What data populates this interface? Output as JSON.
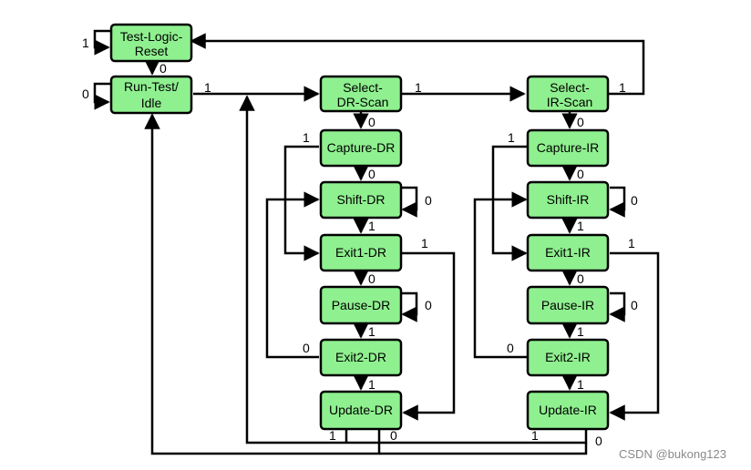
{
  "states": {
    "test_logic_reset": [
      "Test-Logic-",
      "Reset"
    ],
    "run_test_idle": [
      "Run-Test/",
      "Idle"
    ],
    "select_dr_scan": [
      "Select-",
      "DR-Scan"
    ],
    "capture_dr": [
      "Capture-DR"
    ],
    "shift_dr": [
      "Shift-DR"
    ],
    "exit1_dr": [
      "Exit1-DR"
    ],
    "pause_dr": [
      "Pause-DR"
    ],
    "exit2_dr": [
      "Exit2-DR"
    ],
    "update_dr": [
      "Update-DR"
    ],
    "select_ir_scan": [
      "Select-",
      "IR-Scan"
    ],
    "capture_ir": [
      "Capture-IR"
    ],
    "shift_ir": [
      "Shift-IR"
    ],
    "exit1_ir": [
      "Exit1-IR"
    ],
    "pause_ir": [
      "Pause-IR"
    ],
    "exit2_ir": [
      "Exit2-IR"
    ],
    "update_ir": [
      "Update-IR"
    ]
  },
  "transition_labels": {
    "one": "1",
    "zero": "0"
  },
  "colors": {
    "state_fill": "#8ff08f",
    "stroke": "#000000"
  },
  "watermark": "CSDN @bukong123"
}
